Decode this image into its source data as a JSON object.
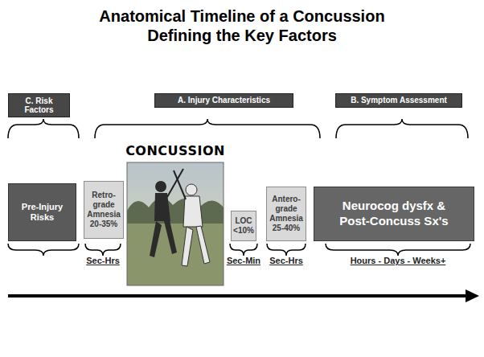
{
  "diagram": {
    "title": "Anatomical Timeline of a Concussion Defining the Key Factors",
    "nodes": [
      {
        "text": [
          "C. Risk Factors"
        ]
      },
      {
        "text": [
          "A. Injury Characteristics"
        ]
      },
      {
        "text": [
          "B. Symptom Assessment"
        ]
      },
      {
        "text": [
          "Pre-Injury Risks"
        ]
      },
      {
        "text": [
          "Retro-grade Amnesia 20-35%"
        ]
      },
      {
        "text": [
          "LOC <10%"
        ]
      },
      {
        "text": [
          "Antero-grade Amnesia 25-40%"
        ]
      },
      {
        "text": [
          "Neurocog dysfx & Post-Concuss Sx's"
        ]
      }
    ],
    "labels": [
      "CONCUSSION",
      "Sec-Hrs",
      "Sec-Min",
      "Sec-Hrs",
      "Hours - Days - Weeks+"
    ]
  }
}
